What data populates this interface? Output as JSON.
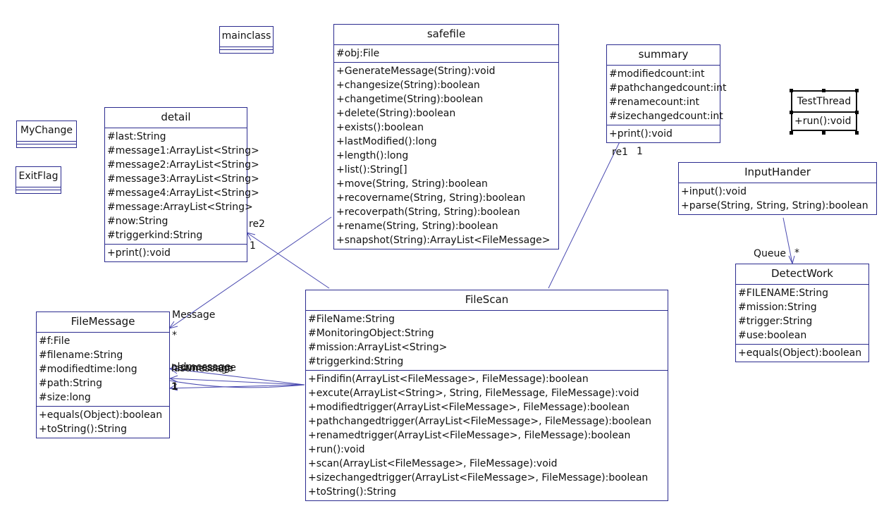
{
  "classes": {
    "mainclass": {
      "name": "mainclass"
    },
    "mychange": {
      "name": "MyChange"
    },
    "exitflag": {
      "name": "ExitFlag"
    },
    "detail": {
      "name": "detail",
      "attributes": [
        "#last:String",
        "#message1:ArrayList<String>",
        "#message2:ArrayList<String>",
        "#message3:ArrayList<String>",
        "#message4:ArrayList<String>",
        "#message:ArrayList<String>",
        "#now:String",
        "#triggerkind:String"
      ],
      "methods": [
        "+print():void"
      ]
    },
    "safefile": {
      "name": "safefile",
      "attributes": [
        "#obj:File"
      ],
      "methods": [
        "+GenerateMessage(String):void",
        "+changesize(String):boolean",
        "+changetime(String):boolean",
        "+delete(String):boolean",
        "+exists():boolean",
        "+lastModified():long",
        "+length():long",
        "+list():String[]",
        "+move(String, String):boolean",
        "+recovername(String, String):boolean",
        "+recoverpath(String, String):boolean",
        "+rename(String, String):boolean",
        "+snapshot(String):ArrayList<FileMessage>"
      ]
    },
    "summary": {
      "name": "summary",
      "attributes": [
        "#modifiedcount:int",
        "#pathchangedcount:int",
        "#renamecount:int",
        "#sizechangedcount:int"
      ],
      "methods": [
        "+print():void"
      ]
    },
    "testthread": {
      "name": "TestThread",
      "methods": [
        "+run():void"
      ]
    },
    "inputhander": {
      "name": "InputHander",
      "methods": [
        "+input():void",
        "+parse(String, String, String):boolean"
      ]
    },
    "detectwork": {
      "name": "DetectWork",
      "attributes": [
        "#FILENAME:String",
        "#mission:String",
        "#trigger:String",
        "#use:boolean"
      ],
      "methods": [
        "+equals(Object):boolean"
      ]
    },
    "filemessage": {
      "name": "FileMessage",
      "attributes": [
        "#f:File",
        "#filename:String",
        "#modifiedtime:long",
        "#path:String",
        "#size:long"
      ],
      "methods": [
        "+equals(Object):boolean",
        "+toString():String"
      ]
    },
    "filescan": {
      "name": "FileScan",
      "attributes": [
        "#FileName:String",
        "#MonitoringObject:String",
        "#mission:ArrayList<String>",
        "#triggerkind:String"
      ],
      "methods": [
        "+Findifin(ArrayList<FileMessage>, FileMessage):boolean",
        "+excute(ArrayList<String>, String, FileMessage, FileMessage):void",
        "+modifiedtrigger(ArrayList<FileMessage>, FileMessage):boolean",
        "+pathchangedtrigger(ArrayList<FileMessage>, FileMessage):boolean",
        "+renamedtrigger(ArrayList<FileMessage>, FileMessage):boolean",
        "+run():void",
        "+scan(ArrayList<FileMessage>, FileMessage):void",
        "+sizechangedtrigger(ArrayList<FileMessage>, FileMessage):boolean",
        "+toString():String"
      ]
    }
  },
  "labels": {
    "re2": "re2",
    "re2_mult": "1",
    "re1": "re1",
    "re1_mult": "1",
    "queue": "Queue",
    "queue_mult": "*",
    "message": "Message",
    "message_mult": "*",
    "overlap_a": "oldmessage",
    "overlap_b": "newmessage",
    "overlap_c": "lastmessage",
    "overlap_mult": "1"
  },
  "colors": {
    "border": "#2b2b8f",
    "line": "#4a4ab0"
  }
}
